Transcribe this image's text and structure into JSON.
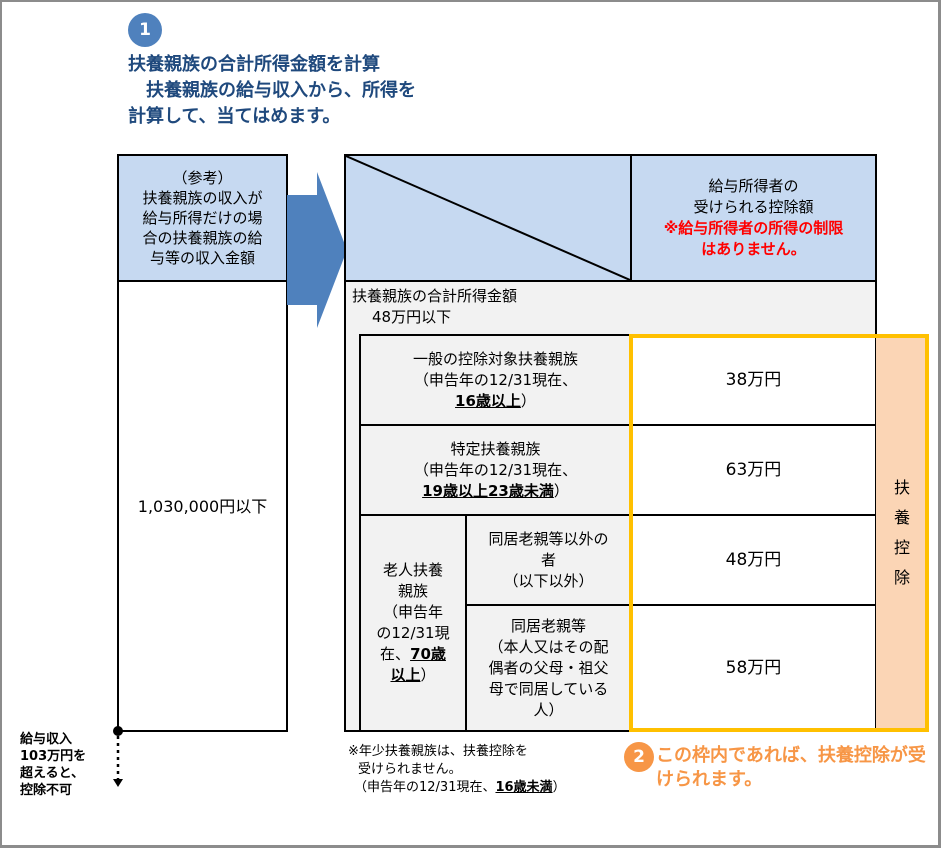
{
  "step1": {
    "badge": "1",
    "title_line1": "扶養親族の合計所得金額を計算",
    "title_line2": "扶養親族の給与収入から、所得を計算して、当てはめます。"
  },
  "reference": {
    "header_lines": [
      "（参考）",
      "扶養親族の収入が",
      "給与所得だけの場",
      "合の扶養親族の給",
      "与等の収入金額"
    ],
    "amount": "1,030,000円以下"
  },
  "limit_note": [
    "給与収入",
    "103万円を",
    "超えると、",
    "控除不可"
  ],
  "table": {
    "header_right": [
      "給与所得者の",
      "受けられる控除額"
    ],
    "header_note": [
      "※給与所得者の所得の制限",
      "はありません。"
    ],
    "income_row": [
      "扶養親族の合計所得金額",
      "48万円以下"
    ],
    "rows": [
      {
        "label": [
          "一般の控除対象扶養親族",
          "（申告年の12/31現在、"
        ],
        "label_emph": "16歳以上",
        "label_end": "）",
        "value": "38万円"
      },
      {
        "label": [
          "特定扶養親族",
          "（申告年の12/31現在、"
        ],
        "label_emph": "19歳以上23歳未満",
        "label_end": "）",
        "value": "63万円"
      }
    ],
    "elderly": {
      "label": [
        "老人扶養",
        "親族",
        "（申告年",
        "の12/31現",
        "在、"
      ],
      "label_emph1": "70歳",
      "label_emph2": "以上",
      "label_end": "）",
      "sub": [
        {
          "label": [
            "同居老親等以外の",
            "者",
            "（以下以外）"
          ],
          "value": "48万円"
        },
        {
          "label": [
            "同居老親等",
            "（本人又はその配",
            "偶者の父母・祖父",
            "母で同居している",
            "人）"
          ],
          "value": "58万円"
        }
      ]
    },
    "deduction_label": [
      "扶",
      "養",
      "控",
      "除"
    ]
  },
  "footnote": {
    "lines": [
      "※年少扶養親族は、扶養控除を",
      "受けられません。",
      "（申告年の12/31現在、"
    ],
    "emph": "16歳未満",
    "end": "）"
  },
  "step2": {
    "badge": "2",
    "text": "この枠内であれば、扶養控除が受けられます。"
  },
  "colors": {
    "blue_badge": "#4f81bd",
    "title": "#1f497d",
    "header_fill": "#c6d9f1",
    "highlight_frame": "#ffc000",
    "deduction_fill": "#fbd5b5",
    "orange": "#f79646",
    "note_red": "#ff0000"
  }
}
